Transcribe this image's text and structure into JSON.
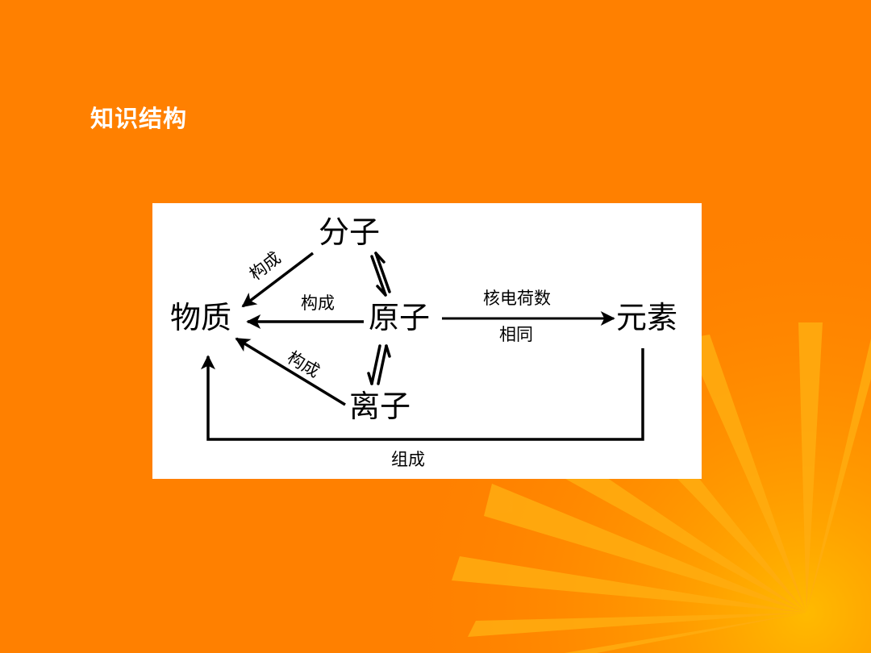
{
  "slide": {
    "title": "知识结构"
  },
  "diagram": {
    "nodes": {
      "matter": "物质",
      "molecule": "分子",
      "atom": "原子",
      "ion": "离子",
      "element": "元素"
    },
    "edges": {
      "molecule_to_matter": "构成",
      "atom_to_matter": "构成",
      "ion_to_matter": "构成",
      "atom_to_element_top": "核电荷数",
      "atom_to_element_bottom": "相同",
      "element_to_matter": "组成"
    }
  },
  "colors": {
    "background": "#ff8000",
    "rays": "#ffb000",
    "box": "#ffffff",
    "ink": "#000000"
  }
}
